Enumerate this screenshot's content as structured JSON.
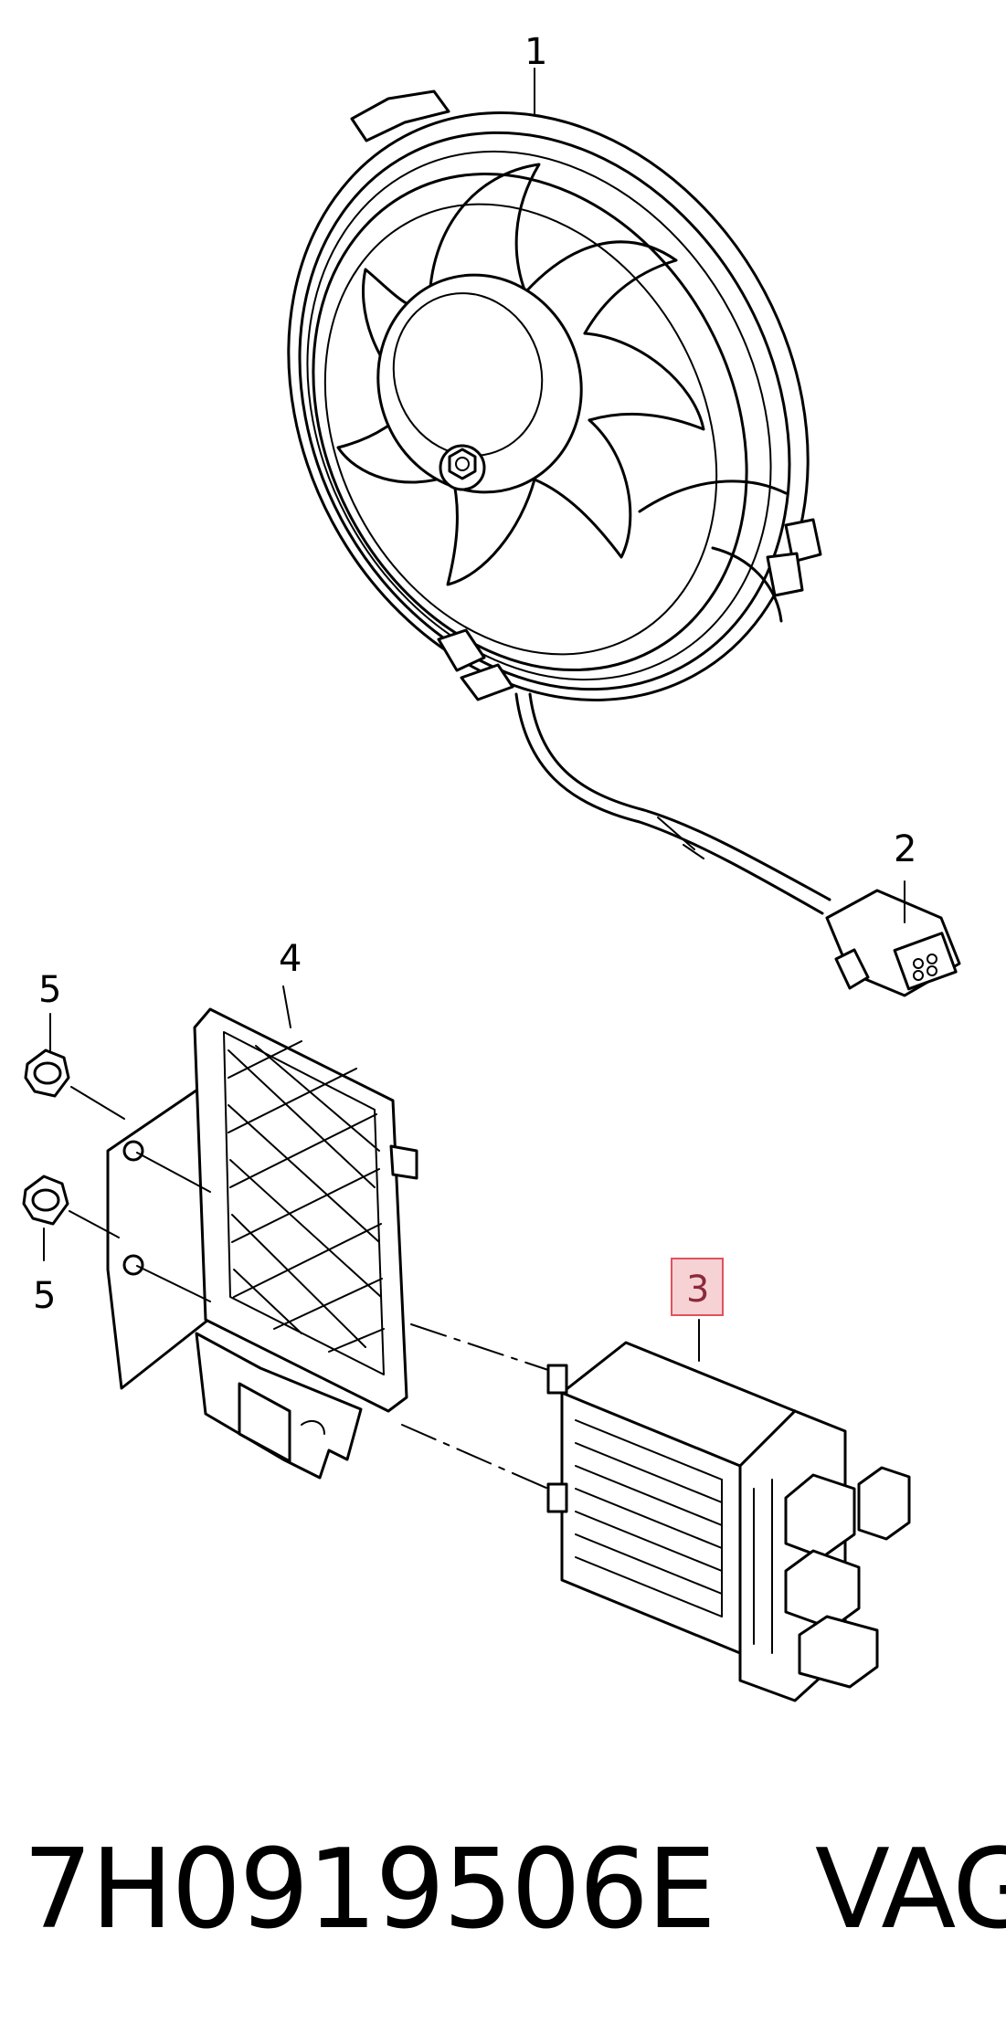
{
  "callouts": {
    "fan": "1",
    "connector": "2",
    "control_unit": "3",
    "bracket": "4",
    "nut_upper": "5",
    "nut_lower": "5"
  },
  "highlight": {
    "part": "3",
    "color": "#e0525c"
  },
  "footer": {
    "part_number": "7H0919506E",
    "brand": "VAG"
  }
}
